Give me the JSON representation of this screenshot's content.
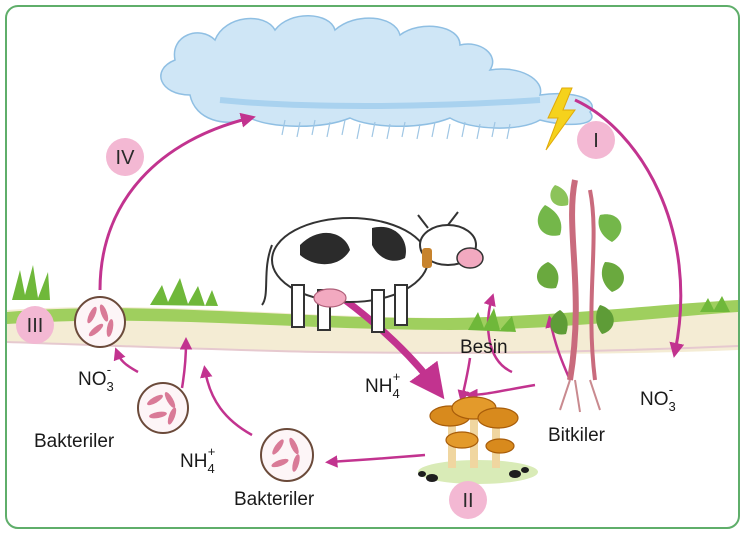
{
  "stage_labels": {
    "I": "I",
    "II": "II",
    "III": "III",
    "IV": "IV"
  },
  "labels": {
    "nitrate_right": {
      "base": "NO",
      "sub": "3",
      "sup": "-"
    },
    "nitrate_left": {
      "base": "NO",
      "sub": "3",
      "sup": "-"
    },
    "ammonium_upper": {
      "base": "NH",
      "sub": "4",
      "sup": "+"
    },
    "ammonium_lower": {
      "base": "NH",
      "sub": "4",
      "sup": "+"
    },
    "bacteria_left": "Bakteriler",
    "bacteria_bottom": "Bakteriler",
    "food": "Besin",
    "plants": "Bitkiler"
  },
  "colors": {
    "border": "#5fae6a",
    "arrow": "#c2338f",
    "badge": "#f3b8d3",
    "cloud": "#cfe6f6",
    "soil": "#f4ecd4",
    "grass": "#7bbd3a",
    "lightning": "#f5d21c",
    "bacteria": "#d97a97"
  },
  "icons": [
    "cloud-icon",
    "lightning-icon",
    "cow-icon",
    "plant-icon",
    "mushroom-icon",
    "ant-icon",
    "bacteria-icon",
    "grass-icon"
  ]
}
